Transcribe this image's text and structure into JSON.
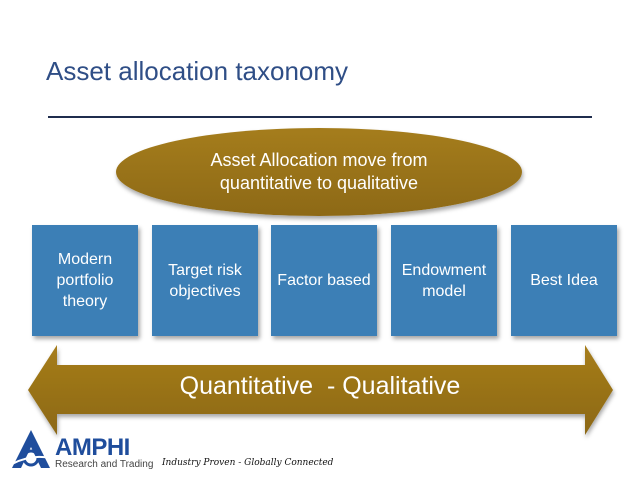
{
  "title": "Asset allocation taxonomy",
  "ellipse": {
    "line1": "Asset Allocation move from",
    "line2": "quantitative to qualitative"
  },
  "boxes": [
    {
      "label": "Modern portfolio theory"
    },
    {
      "label": "Target risk objectives"
    },
    {
      "label": "Factor based"
    },
    {
      "label": "Endowment model"
    },
    {
      "label": "Best Idea"
    }
  ],
  "arrow": {
    "label": "Quantitative  - Qualitative"
  },
  "logo": {
    "name": "AMPHI",
    "subtitle": "Research and Trading",
    "tagline": "Industry Proven - Globally Connected"
  },
  "colors": {
    "title": "#2f4e86",
    "box": "#3c7fb6",
    "gold": "#9a7417",
    "rule": "#1f2d4d",
    "logo": "#1f4d9c"
  }
}
